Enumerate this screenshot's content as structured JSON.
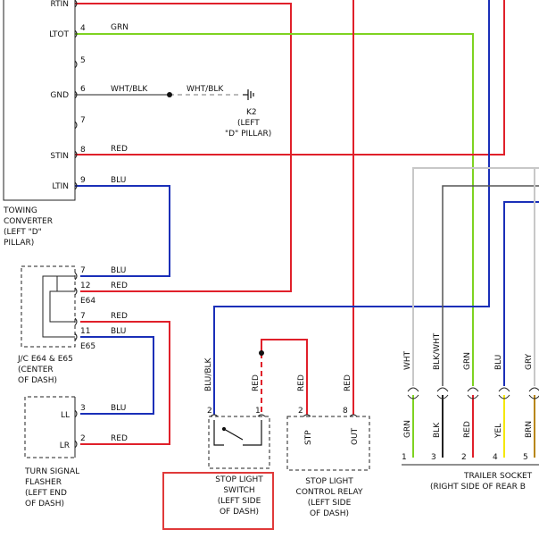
{
  "colors": {
    "red": "#e0202a",
    "green": "#7ed321",
    "blue": "#1a2fb8",
    "gray": "#c8c8c8",
    "dark": "#555555",
    "black": "#222222",
    "yellow": "#f5e800",
    "brown": "#b8860b",
    "highlight": "#e03a3a"
  },
  "towing_converter": {
    "pins": [
      {
        "label": "RTIN",
        "num": ""
      },
      {
        "label": "LTOT",
        "num": "4"
      },
      {
        "label": "",
        "num": "5"
      },
      {
        "label": "GND",
        "num": "6"
      },
      {
        "label": "",
        "num": "7"
      },
      {
        "label": "STIN",
        "num": "8"
      },
      {
        "label": "LTIN",
        "num": "9"
      }
    ],
    "name_lines": [
      "TOWING",
      "CONVERTER",
      "(LEFT \"D\"",
      "PILLAR)"
    ]
  },
  "wire_labels": {
    "grn_top": "GRN",
    "wht_blk_1": "WHT/BLK",
    "wht_blk_2": "WHT/BLK",
    "red_stin": "RED",
    "blu_ltin": "BLU",
    "blu_e64": "BLU",
    "red_e64": "RED",
    "red_e65": "RED",
    "blu_e65": "BLU",
    "blu_ll": "BLU",
    "red_lr": "RED",
    "blu_blk_vert": "BLU/BLK",
    "red_switch": "RED",
    "red_stp": "RED",
    "red_out": "RED"
  },
  "ground": {
    "id": "K2",
    "lines": [
      "(LEFT",
      "\"D\" PILLAR)"
    ]
  },
  "junction": {
    "pins": [
      "7",
      "12",
      "7",
      "11"
    ],
    "e64": "E64",
    "e65": "E65",
    "name_lines": [
      "J/C E64 & E65",
      "(CENTER",
      "OF DASH)"
    ]
  },
  "flasher": {
    "pins": [
      {
        "label": "LL",
        "num": "3"
      },
      {
        "label": "LR",
        "num": "2"
      }
    ],
    "name_lines": [
      "TURN SIGNAL",
      "FLASHER",
      "(LEFT END",
      "OF DASH)"
    ]
  },
  "stop_switch": {
    "pin_left": "2",
    "pin_right": "1",
    "name_lines": [
      "STOP LIGHT",
      "SWITCH",
      "(LEFT SIDE",
      "OF DASH)"
    ]
  },
  "relay": {
    "pin_left": "2",
    "pin_right": "8",
    "label_left": "STP",
    "label_right": "OUT",
    "name_lines": [
      "STOP LIGHT",
      "CONTROL RELAY",
      "(LEFT SIDE",
      "OF DASH)"
    ]
  },
  "trailer_socket": {
    "top_wires": [
      "WHT",
      "BLK/WHT",
      "GRN",
      "BLU",
      "GRY"
    ],
    "bottom_wires": [
      "GRN",
      "BLK",
      "RED",
      "YEL",
      "BRN"
    ],
    "pins": [
      "1",
      "3",
      "2",
      "4",
      "5"
    ],
    "name_lines": [
      "TRAILER SOCKET",
      "(RIGHT SIDE OF REAR B"
    ]
  }
}
